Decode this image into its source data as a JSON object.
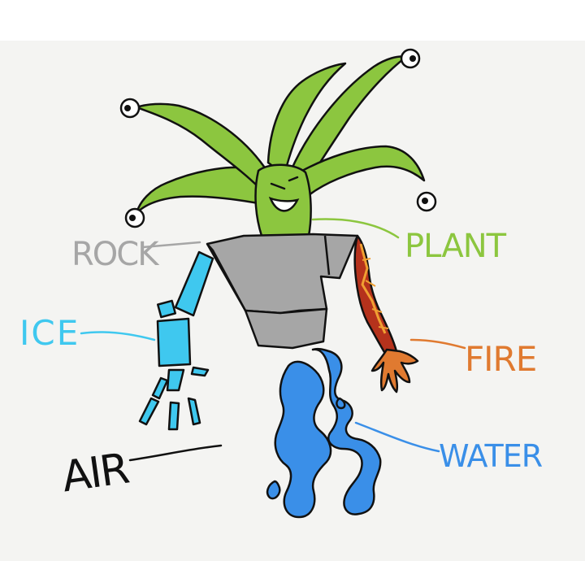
{
  "labels": {
    "rock": "ROCK",
    "plant": "PLANT",
    "ice": "ICE",
    "fire": "FIRE",
    "air": "AIR",
    "water": "WATER"
  },
  "colors": {
    "background": "#f4f4f2",
    "plant": "#8cc63f",
    "rock": "#a6a6a6",
    "ice": "#3fc8ef",
    "fire": "#e07a30",
    "lava": "#b5321c",
    "water": "#3a8fe8",
    "air": "#111111",
    "outline": "#111111"
  }
}
